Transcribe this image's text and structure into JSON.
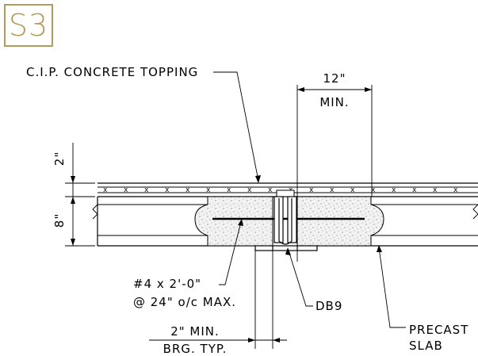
{
  "badge": {
    "label": "S3",
    "color": "#b49a5c"
  },
  "labels": {
    "topping": "C.I.P. CONCRETE TOPPING",
    "dim_12": "12\"",
    "min": "MIN.",
    "dim_2": "2\"",
    "dim_8": "8\"",
    "rebar_line1": "#4 x 2'-0\"",
    "rebar_line2": "@ 24\" o/c MAX.",
    "db9": "DB9",
    "precast_line1": "PRECAST",
    "precast_line2": "SLAB",
    "bearing_line1": "2\" MIN.",
    "bearing_line2": "BRG. TYP."
  },
  "topping_marks": [
    "x",
    "x",
    "x",
    "x",
    "x",
    "x",
    "x",
    "x",
    "x",
    "x",
    "x",
    "x",
    "x",
    "x",
    "x",
    "x",
    "x",
    "x"
  ]
}
